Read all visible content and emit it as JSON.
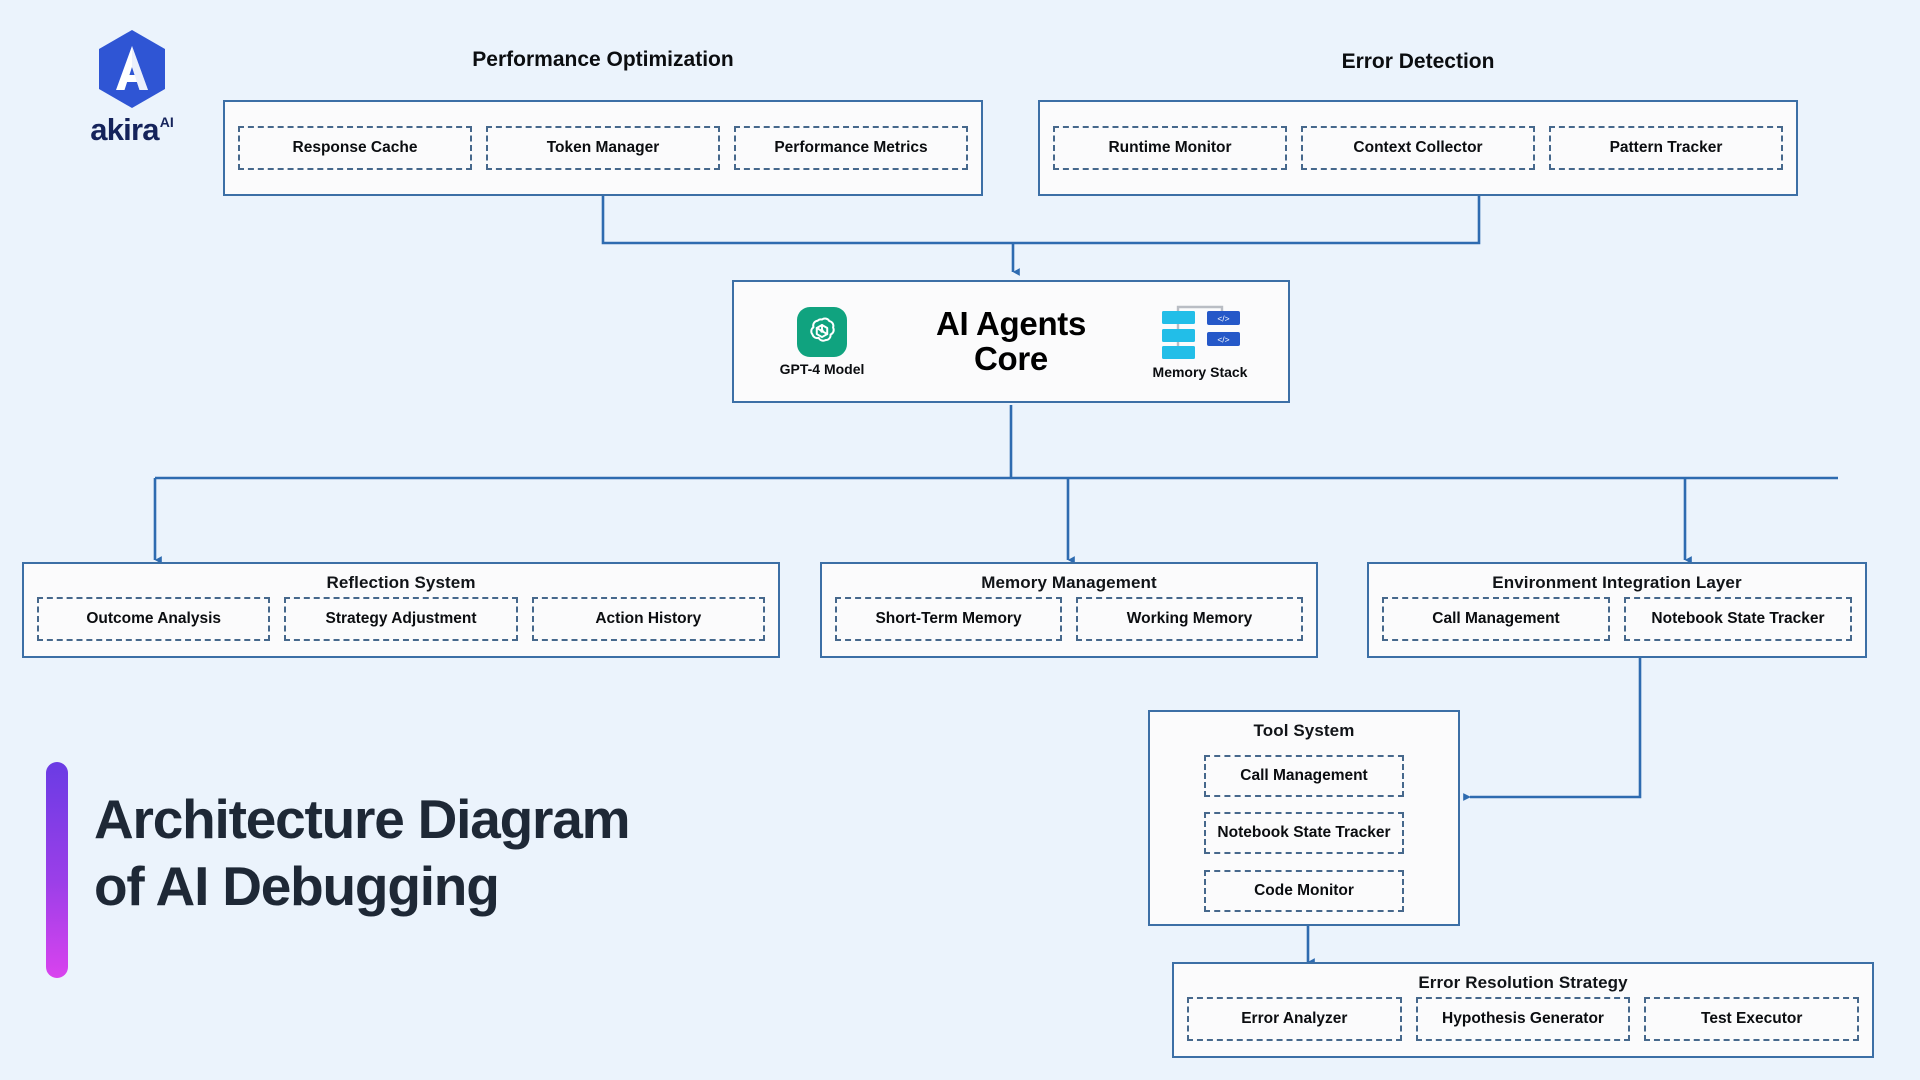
{
  "brand": {
    "name": "akira",
    "superscript": "AI",
    "mark": "akira-hexagon-logo",
    "hex_color": "#2F55D4",
    "word_color": "#15235B"
  },
  "page": {
    "background": "#EBF3FC",
    "title_line1": "Architecture Diagram",
    "title_line2": "of AI Debugging",
    "title_color": "#1E2836",
    "accent_gradient_from": "#6A3BE4",
    "accent_gradient_to": "#D943EE"
  },
  "theme": {
    "container_border": "#3C6FA6",
    "node_border": "#46688C",
    "surface": "#FBFBFC",
    "connector": "#2E6BB0",
    "openai_green": "#10A37F",
    "memory_cyan": "#22BEE8",
    "memory_blue": "#2558C8"
  },
  "core": {
    "title": "AI Agents Core",
    "title_line1": "AI Agents",
    "title_line2": "Core",
    "left": {
      "icon": "openai-logo-icon",
      "label": "GPT-4 Model"
    },
    "right": {
      "icon": "memory-stack-icon",
      "label": "Memory Stack"
    }
  },
  "groups": [
    {
      "id": "performance-optimization",
      "title": "Performance Optimization",
      "title_position": "outside",
      "layout": "row",
      "nodes": [
        "Response Cache",
        "Token Manager",
        "Performance Metrics"
      ]
    },
    {
      "id": "error-detection",
      "title": "Error Detection",
      "title_position": "outside",
      "layout": "row",
      "nodes": [
        "Runtime Monitor",
        "Context Collector",
        "Pattern Tracker"
      ]
    },
    {
      "id": "reflection-system",
      "title": "Reflection System",
      "title_position": "inside",
      "layout": "row",
      "nodes": [
        "Outcome Analysis",
        "Strategy Adjustment",
        "Action History"
      ]
    },
    {
      "id": "memory-management",
      "title": "Memory Management",
      "title_position": "inside",
      "layout": "row",
      "nodes": [
        "Short-Term Memory",
        "Working Memory"
      ]
    },
    {
      "id": "environment-integration-layer",
      "title": "Environment Integration Layer",
      "title_position": "inside",
      "layout": "row",
      "nodes": [
        "Call Management",
        "Notebook State Tracker"
      ]
    },
    {
      "id": "tool-system",
      "title": "Tool System",
      "title_position": "inside",
      "layout": "column",
      "nodes": [
        "Call Management",
        "Notebook State Tracker",
        "Code Monitor"
      ]
    },
    {
      "id": "error-resolution-strategy",
      "title": "Error Resolution Strategy",
      "title_position": "inside",
      "layout": "row",
      "nodes": [
        "Error Analyzer",
        "Hypothesis Generator",
        "Test Executor"
      ]
    }
  ],
  "connections": [
    {
      "from": "performance-optimization",
      "to": "ai-agents-core",
      "arrow": "down"
    },
    {
      "from": "error-detection",
      "to": "ai-agents-core",
      "arrow": "down"
    },
    {
      "from": "ai-agents-core",
      "to": "reflection-system",
      "arrow": "down"
    },
    {
      "from": "ai-agents-core",
      "to": "memory-management",
      "arrow": "down"
    },
    {
      "from": "ai-agents-core",
      "to": "environment-integration-layer",
      "arrow": "down"
    },
    {
      "from": "environment-integration-layer",
      "to": "tool-system",
      "arrow": "left"
    },
    {
      "from": "tool-system",
      "to": "error-resolution-strategy",
      "arrow": "down"
    }
  ]
}
